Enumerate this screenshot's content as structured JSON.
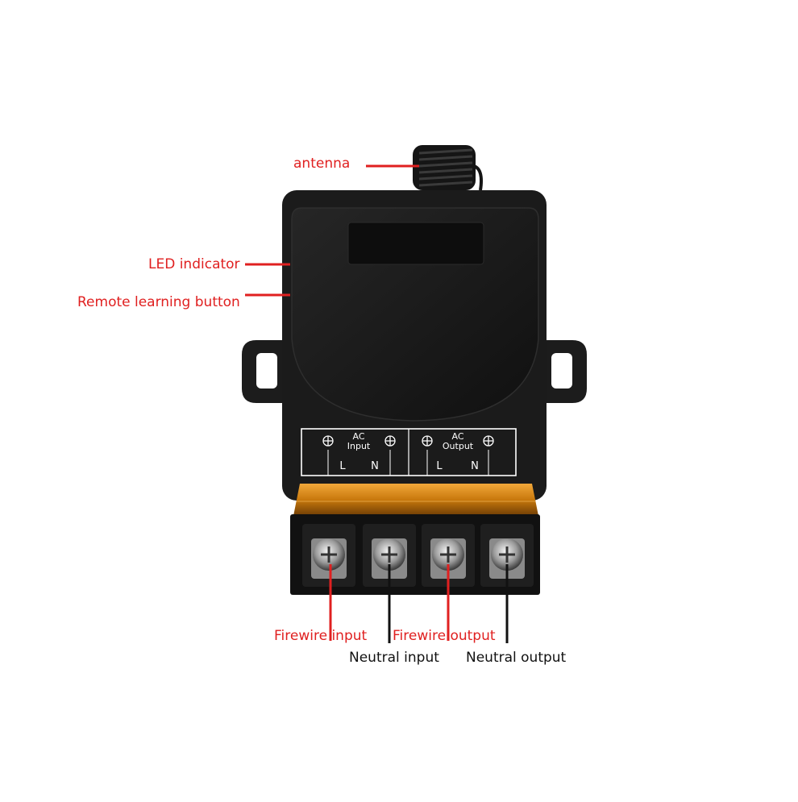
{
  "labels": {
    "antenna": "antenna",
    "led_indicator": "LED indicator",
    "remote_learning_button": "Remote learning button",
    "firewire_input": "Firewire input",
    "firewire_output": "Firewire output",
    "neutral_input": "Neutral input",
    "neutral_output": "Neutral output"
  },
  "panel": {
    "input_group": {
      "ac": "AC",
      "name": "Input",
      "left": "L",
      "right": "N"
    },
    "output_group": {
      "ac": "AC",
      "name": "Output",
      "left": "L",
      "right": "N"
    }
  },
  "colors": {
    "label_red": "#e02020",
    "label_dark": "#111111",
    "leader_red": "#e02020",
    "leader_dark": "#111111",
    "housing": "#1b1b1b",
    "cover": "#141414",
    "amber_strip": "#c8780c"
  }
}
